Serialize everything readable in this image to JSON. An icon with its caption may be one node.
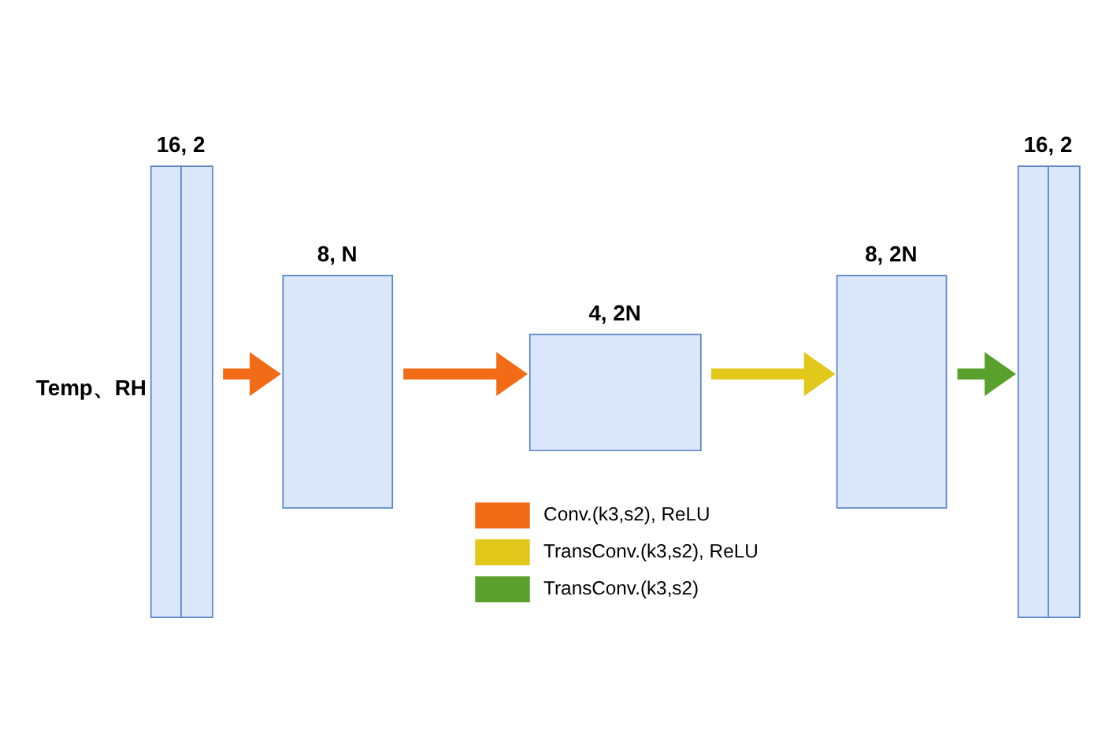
{
  "diagram": {
    "nodes": [
      {
        "text": [
          "16, 2"
        ],
        "beside": [
          "Temp、RH"
        ]
      },
      {
        "text": [
          "8, N"
        ]
      },
      {
        "text": [
          "4, 2N"
        ]
      },
      {
        "text": [
          "8, 2N"
        ]
      },
      {
        "text": [
          "16, 2"
        ]
      }
    ],
    "edges": [
      {
        "from": 0,
        "to": 1,
        "arrow": "to",
        "color": "#f26b16"
      },
      {
        "from": 1,
        "to": 2,
        "arrow": "to",
        "color": "#f26b16"
      },
      {
        "from": 2,
        "to": 3,
        "arrow": "to",
        "color": "#e3c81c"
      },
      {
        "from": 3,
        "to": 4,
        "arrow": "to",
        "color": "#5aa02c"
      }
    ],
    "legend": [
      {
        "text": "Conv.(k3,s2), ReLU",
        "color": "#f26b16"
      },
      {
        "text": "TransConv.(k3,s2), ReLU",
        "color": "#e3c81c"
      },
      {
        "text": "TransConv.(k3,s2)",
        "color": "#5aa02c"
      }
    ]
  }
}
